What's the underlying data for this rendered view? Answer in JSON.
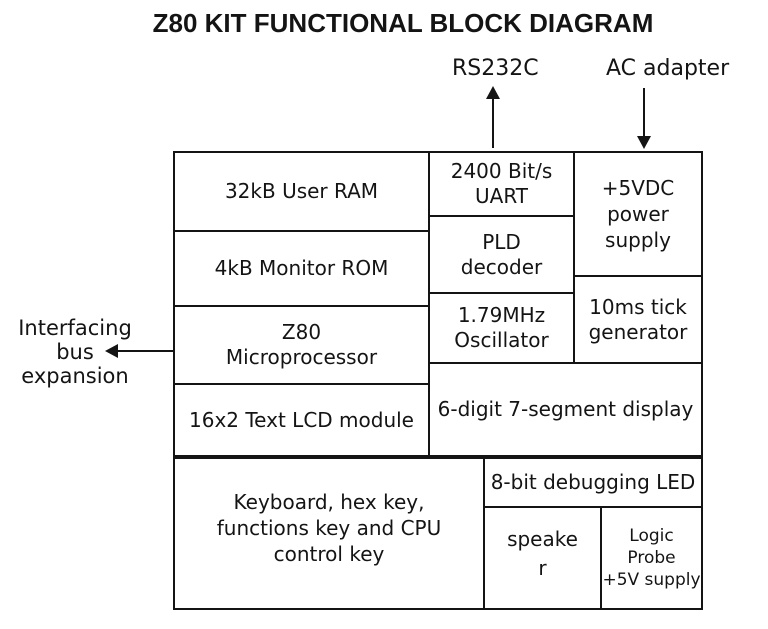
{
  "title": "Z80 KIT FUNCTIONAL BLOCK DIAGRAM",
  "external_labels": {
    "rs232c": "RS232C",
    "ac_adapter": "AC adapter",
    "interfacing": {
      "lines": [
        "Interfacing",
        "bus",
        "expansion"
      ]
    }
  },
  "blocks": {
    "user_ram": {
      "lines": [
        "32kB User RAM"
      ]
    },
    "monitor_rom": {
      "lines": [
        "4kB Monitor ROM"
      ]
    },
    "z80": {
      "lines": [
        "Z80",
        "Microprocessor"
      ]
    },
    "lcd": {
      "lines": [
        "16x2 Text LCD module"
      ]
    },
    "uart": {
      "lines": [
        "2400 Bit/s",
        "UART"
      ]
    },
    "pld": {
      "lines": [
        "PLD",
        "decoder"
      ]
    },
    "oscillator": {
      "lines": [
        "1.79MHz",
        "Oscillator"
      ]
    },
    "power": {
      "lines": [
        "+5VDC",
        "power",
        "supply"
      ]
    },
    "tick": {
      "lines": [
        "10ms tick",
        "generator"
      ]
    },
    "display": {
      "lines": [
        "6-digit 7-segment display"
      ]
    },
    "keyboard": {
      "lines": [
        "Keyboard, hex key,",
        "functions key and CPU",
        "control key"
      ]
    },
    "led": {
      "lines": [
        "8-bit debugging LED"
      ]
    },
    "speaker": {
      "lines": [
        "speake",
        "r"
      ]
    },
    "logic_probe": {
      "lines": [
        "Logic",
        "Probe",
        "+5V supply"
      ]
    }
  },
  "colors": {
    "line": "#141414",
    "text": "#141414",
    "background": "#ffffff"
  }
}
